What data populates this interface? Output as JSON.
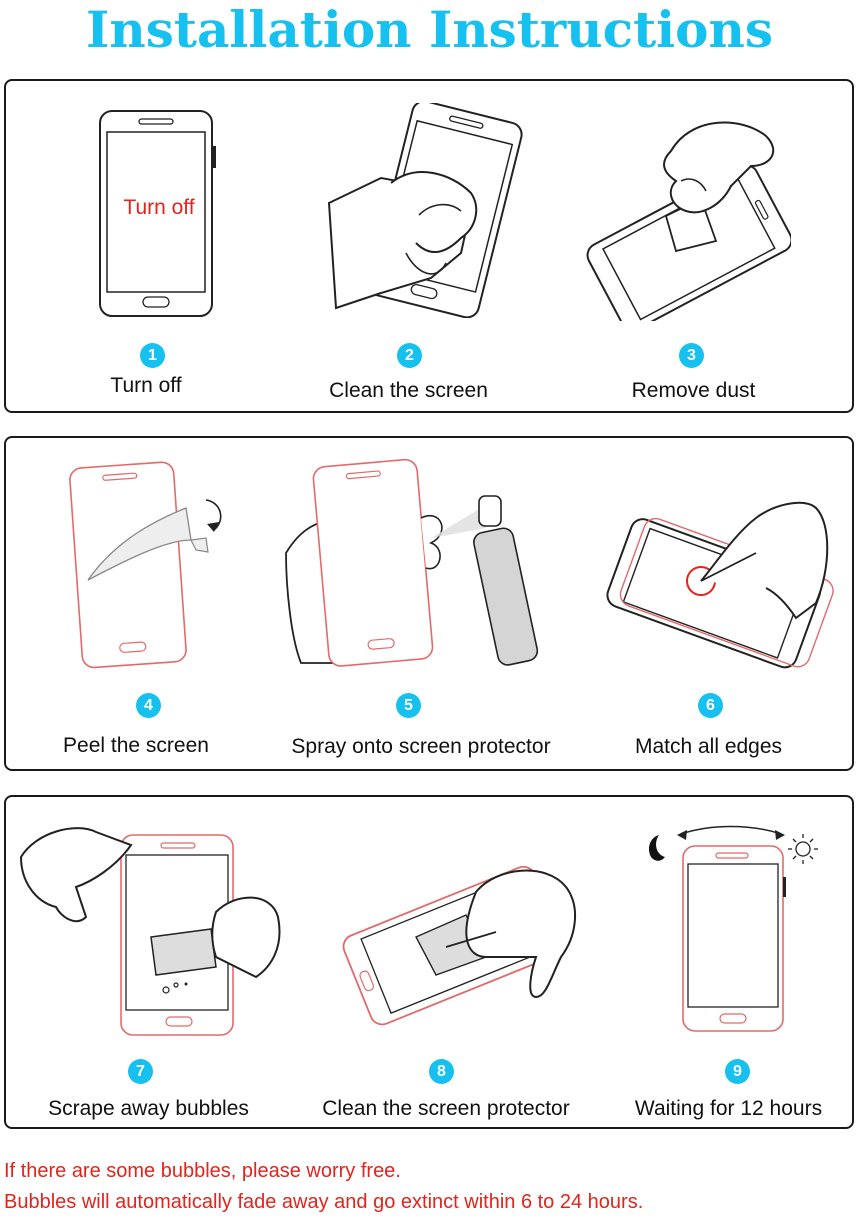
{
  "title": "Installation Instructions",
  "accent_color": "#17c1ef",
  "outline_color": "#e26a6a",
  "steps": [
    {
      "number": "1",
      "label": "Turn off",
      "screen_text": "Turn off"
    },
    {
      "number": "2",
      "label": "Clean the screen"
    },
    {
      "number": "3",
      "label": "Remove dust"
    },
    {
      "number": "4",
      "label": "Peel the screen"
    },
    {
      "number": "5",
      "label": "Spray onto screen protector"
    },
    {
      "number": "6",
      "label": "Match all edges"
    },
    {
      "number": "7",
      "label": "Scrape away bubbles"
    },
    {
      "number": "8",
      "label": "Clean the screen protector"
    },
    {
      "number": "9",
      "label": "Waiting for 12 hours"
    }
  ],
  "notes": [
    "If there are some bubbles, please worry free.",
    "Bubbles will automatically fade away and go extinct within 6 to 24 hours."
  ]
}
